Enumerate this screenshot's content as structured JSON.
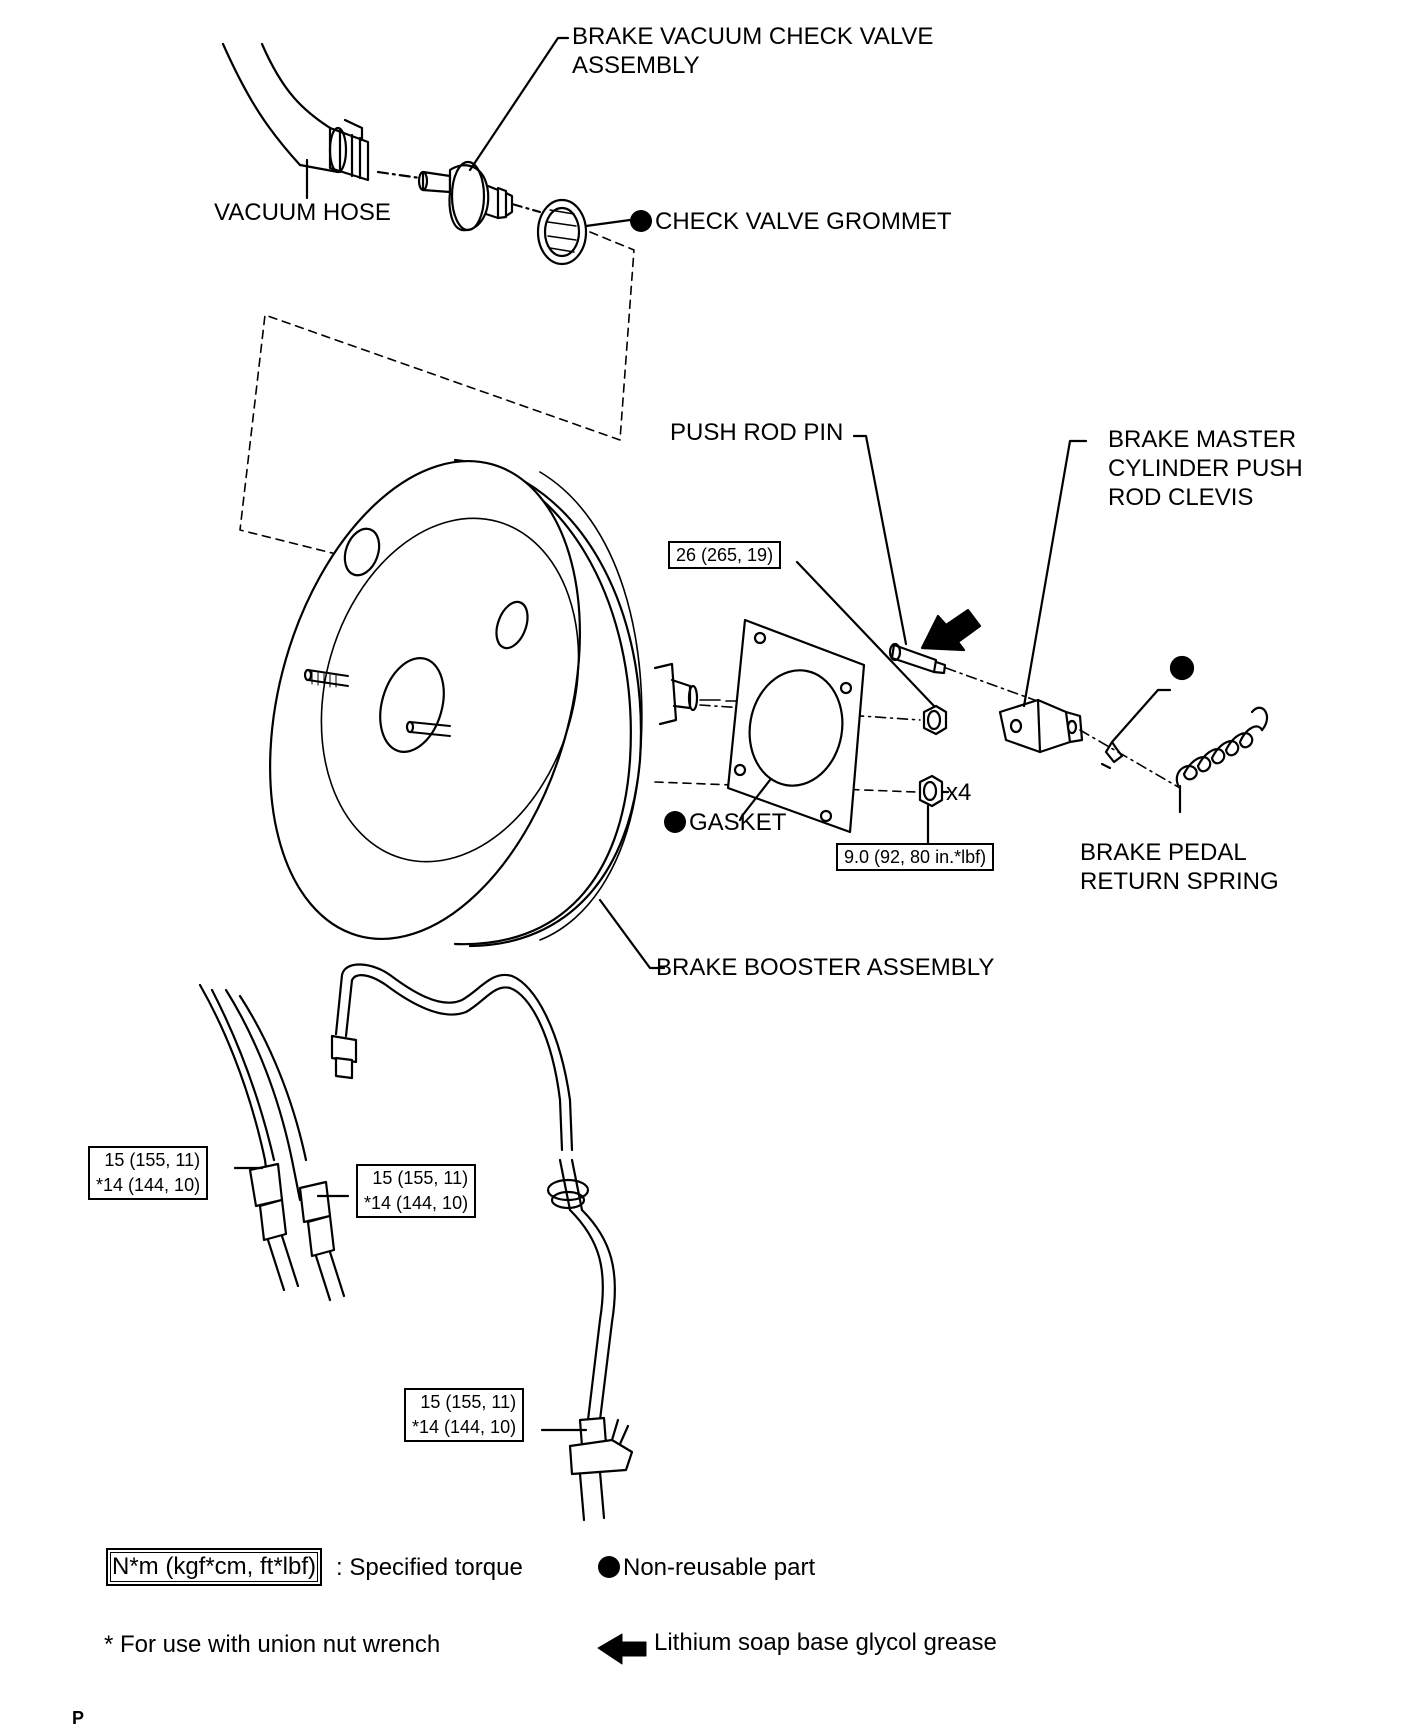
{
  "labels": {
    "check_valve_line1": "BRAKE VACUUM CHECK VALVE",
    "check_valve_line2": "ASSEMBLY",
    "vacuum_hose": "VACUUM HOSE",
    "check_valve_grommet": "CHECK VALVE GROMMET",
    "push_rod_pin": "PUSH ROD PIN",
    "clevis_line1": "BRAKE MASTER",
    "clevis_line2": "CYLINDER PUSH",
    "clevis_line3": "ROD CLEVIS",
    "gasket": "GASKET",
    "x4": "x4",
    "return_spring_line1": "BRAKE PEDAL",
    "return_spring_line2": "RETURN SPRING",
    "booster": "BRAKE BOOSTER ASSEMBLY"
  },
  "torques": {
    "clevis_nut": "26 (265, 19)",
    "booster_nut": "9.0 (92, 80 in.*lbf)",
    "tube_left_1": "15 (155, 11)",
    "tube_left_2": "*14 (144, 10)",
    "tube_mid_1": "15 (155, 11)",
    "tube_mid_2": "*14 (144, 10)",
    "tube_bottom_1": "15 (155, 11)",
    "tube_bottom_2": "*14 (144, 10)"
  },
  "legend": {
    "torque_unit": "N*m (kgf*cm, ft*lbf)",
    "torque_desc": ": Specified torque",
    "non_reusable": "Non-reusable part",
    "union_nut": "* For use with union nut wrench",
    "grease": "Lithium soap base glycol grease"
  },
  "page_code": "P",
  "icons": {
    "non_reusable": "filled-circle-icon",
    "grease": "left-arrow-icon"
  }
}
